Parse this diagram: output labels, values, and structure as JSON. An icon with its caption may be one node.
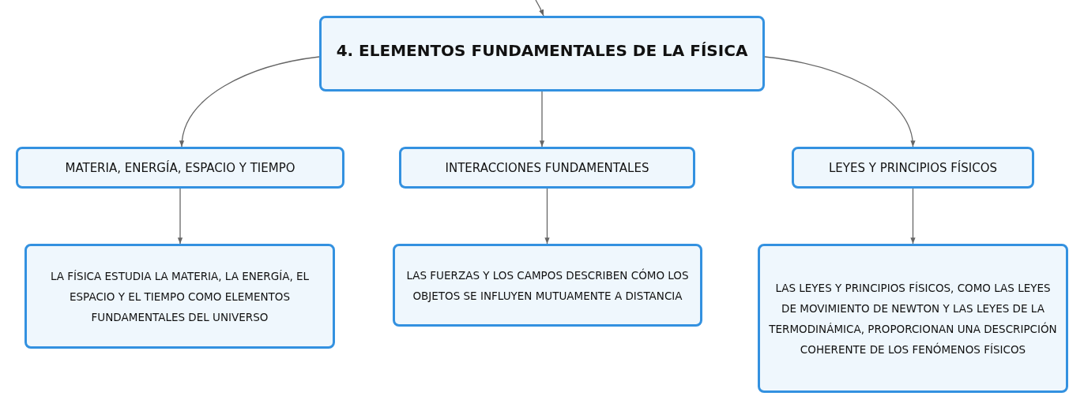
{
  "diagram": {
    "nodes": [
      {
        "text": [
          "4. ELEMENTOS FUNDAMENTALES DE LA FÍSICA"
        ]
      },
      {
        "text": [
          "MATERIA, ENERGÍA, ESPACIO Y TIEMPO"
        ]
      },
      {
        "text": [
          "INTERACCIONES FUNDAMENTALES"
        ]
      },
      {
        "text": [
          "LEYES Y PRINCIPIOS FÍSICOS"
        ]
      },
      {
        "text": [
          "LA FÍSICA ESTUDIA LA MATERIA, LA ENERGÍA, EL ESPACIO Y EL TIEMPO COMO ELEMENTOS FUNDAMENTALES DEL UNIVERSO"
        ]
      },
      {
        "text": [
          "LAS FUERZAS Y LOS CAMPOS DESCRIBEN CÓMO LOS OBJETOS SE INFLUYEN MUTUAMENTE A DISTANCIA"
        ]
      },
      {
        "text": [
          "LAS LEYES Y PRINCIPIOS FÍSICOS, COMO LAS LEYES DE MOVIMIENTO DE NEWTON Y LAS LEYES DE LA TERMODINÁMICA, PROPORCIONAN UNA DESCRIPCIÓN COHERENTE DE LOS FENÓMENOS FÍSICOS"
        ]
      }
    ],
    "edges": [
      {
        "from": null,
        "to": 0,
        "arrow": "to"
      },
      {
        "from": 0,
        "to": 1,
        "arrow": "to"
      },
      {
        "from": 0,
        "to": 2,
        "arrow": "to"
      },
      {
        "from": 0,
        "to": 3,
        "arrow": "to"
      },
      {
        "from": 1,
        "to": 4,
        "arrow": "to"
      },
      {
        "from": 2,
        "to": 5,
        "arrow": "to"
      },
      {
        "from": 3,
        "to": 6,
        "arrow": "to"
      }
    ]
  }
}
